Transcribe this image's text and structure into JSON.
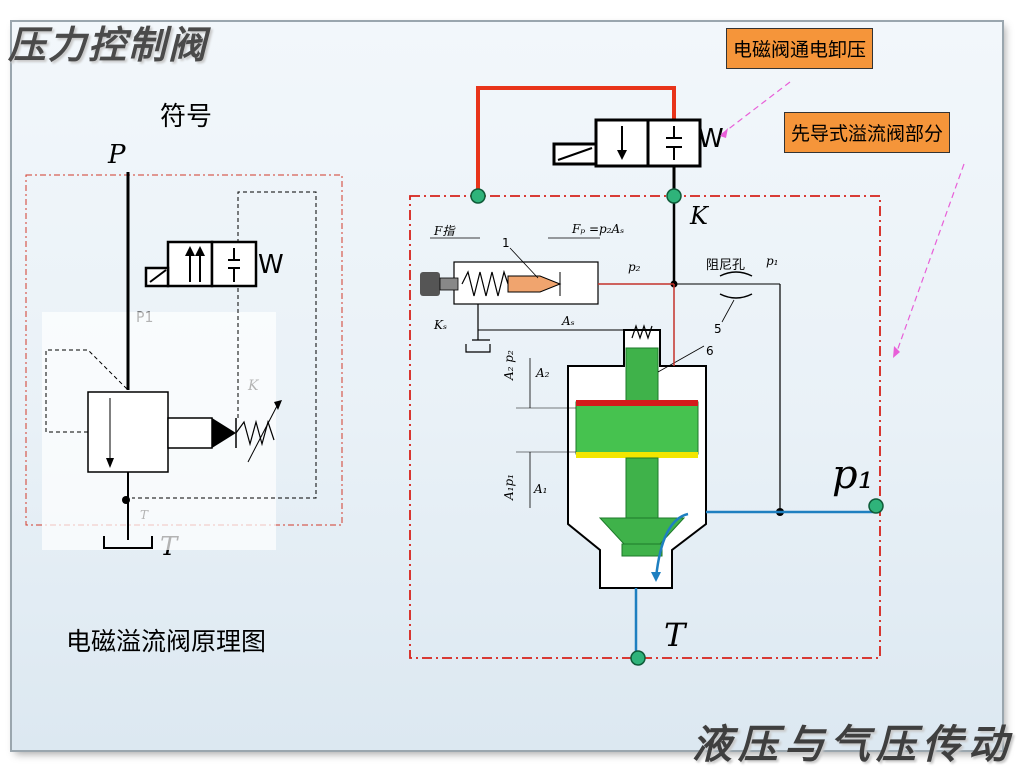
{
  "header": {
    "title": "压力控制阀"
  },
  "footer": {
    "text": "液压与气压传动"
  },
  "symbol_section": {
    "heading": "符号",
    "labels": {
      "P": "P",
      "p1": "P1",
      "K": "K",
      "T_small": "T",
      "T": "T",
      "W": "W"
    },
    "caption": "电磁溢流阀原理图"
  },
  "callouts": {
    "solenoid_unload": "电磁阀通电卸压",
    "pilot_part": "先导式溢流阀部分"
  },
  "diagram_labels": {
    "K": "K",
    "W": "W",
    "F_zhi": "F指",
    "Fp_eq": "Fₚ =p₂Aₛ",
    "n1": "1",
    "p2": "p₂",
    "damping": "阻尼孔",
    "p1": "p₁",
    "Ks": "Kₛ",
    "As": "Aₛ",
    "n5": "5",
    "n6": "6",
    "A2": "A₂",
    "A2p2": "A₂ p₂",
    "p2_inner": "p₂",
    "A1p1": "A₁p₁",
    "A1": "A₁",
    "p1_inner": "p₁",
    "p1_big": "p₁",
    "T": "T"
  }
}
